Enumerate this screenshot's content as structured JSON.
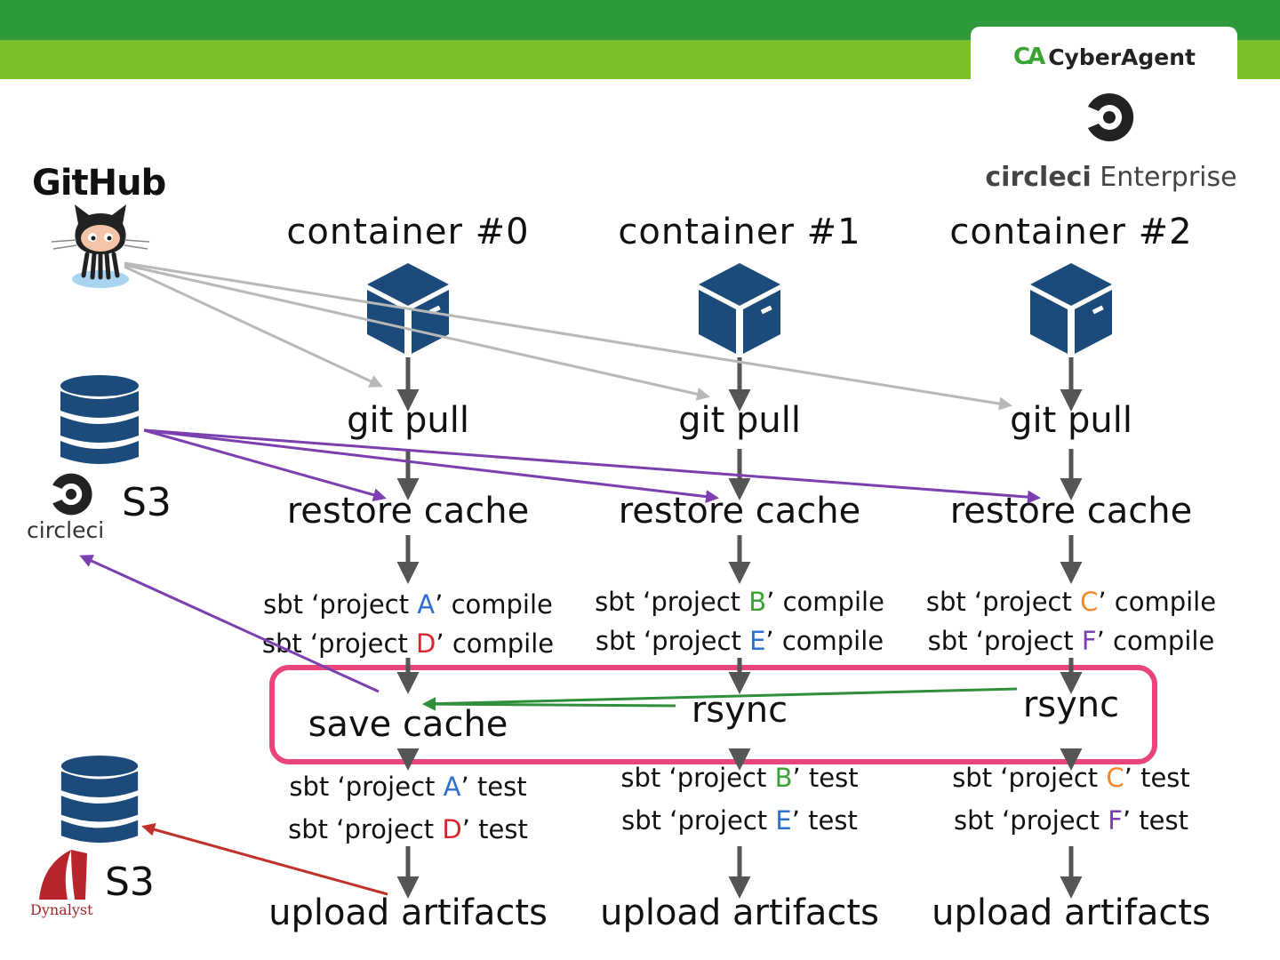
{
  "header": {
    "brand": "CyberAgent",
    "brand_mark": "CA",
    "enterprise_logo_prefix": "circleci",
    "enterprise_logo_suffix": "Enterprise"
  },
  "sources": {
    "github_label": "GitHub",
    "circleci_label": "circleci",
    "circleci_s3": "S3",
    "dynalyst_label": "Dynalyst",
    "dynalyst_s3": "S3"
  },
  "columns": [
    {
      "title": "container #0",
      "git_pull": "git pull",
      "restore_cache": "restore cache",
      "compile_1": {
        "pre": "sbt ‘project ",
        "proj": "A",
        "post": "’ compile"
      },
      "compile_2": {
        "pre": "sbt ‘project ",
        "proj": "D",
        "post": "’ compile"
      },
      "sync_step": "save cache",
      "test_1": {
        "pre": "sbt ‘project ",
        "proj": "A",
        "post": "’ test"
      },
      "test_2": {
        "pre": "sbt ‘project ",
        "proj": "D",
        "post": "’ test"
      },
      "upload": "upload artifacts"
    },
    {
      "title": "container #1",
      "git_pull": "git pull",
      "restore_cache": "restore cache",
      "compile_1": {
        "pre": "sbt ‘project ",
        "proj": "B",
        "post": "’ compile"
      },
      "compile_2": {
        "pre": "sbt ‘project ",
        "proj": "E",
        "post": "’ compile"
      },
      "sync_step": "rsync",
      "test_1": {
        "pre": "sbt ‘project ",
        "proj": "B",
        "post": "’ test"
      },
      "test_2": {
        "pre": "sbt ‘project ",
        "proj": "E",
        "post": "’ test"
      },
      "upload": "upload artifacts"
    },
    {
      "title": "container #2",
      "git_pull": "git pull",
      "restore_cache": "restore cache",
      "compile_1": {
        "pre": "sbt ‘project ",
        "proj": "C",
        "post": "’ compile"
      },
      "compile_2": {
        "pre": "sbt ‘project ",
        "proj": "F",
        "post": "’ compile"
      },
      "sync_step": "rsync",
      "test_1": {
        "pre": "sbt ‘project ",
        "proj": "C",
        "post": "’ test"
      },
      "test_2": {
        "pre": "sbt ‘project ",
        "proj": "F",
        "post": "’ test"
      },
      "upload": "upload artifacts"
    }
  ],
  "project_colors": {
    "A": "#2f6fd0",
    "B": "#3aa335",
    "C": "#f0872a",
    "D": "#d8262e",
    "E": "#2f6fd0",
    "F": "#7b3fb0"
  },
  "colors": {
    "header_dark": "#2e9a3c",
    "header_light": "#7bbf2a",
    "container_icon": "#1c4a7a",
    "database_icon": "#1c4a7a",
    "git_arrow": "#b8b8b8",
    "cache_arrow": "#7b3fb0",
    "rsync_arrow": "#2f8f3a",
    "artifact_arrow": "#c0312b",
    "highlight_border": "#e8457a",
    "flow_arrow": "#555555"
  },
  "icons": [
    "github-octocat-icon",
    "container-box-icon",
    "database-icon",
    "circleci-icon",
    "dynalyst-icon"
  ]
}
